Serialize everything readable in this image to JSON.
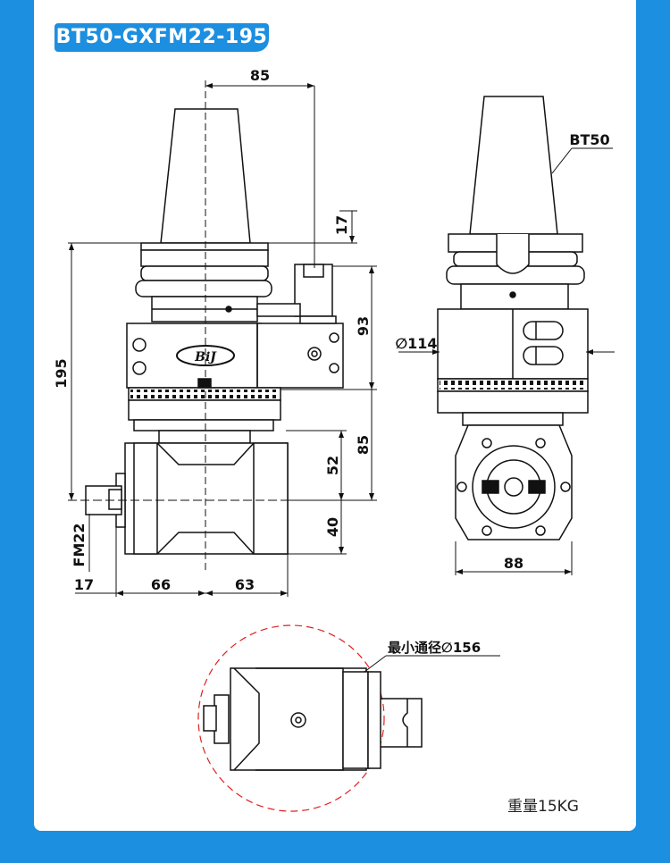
{
  "title": "BT50-GXFM22-195",
  "brand_logo": "BiJ",
  "dimensions": {
    "d85_top": "85",
    "d17_right": "17",
    "d93": "93",
    "d195": "195",
    "d85_lower": "85",
    "d52": "52",
    "d40": "40",
    "fm22": "FM22",
    "d17_left": "17",
    "d66": "66",
    "d63": "63",
    "bt50": "BT50",
    "dia114": "∅114",
    "d88": "88"
  },
  "clearance_label": "最小通径∅156",
  "weight": "重量15KG",
  "colors": {
    "accent": "#1d8fe0",
    "clearance_circle": "#e02020"
  }
}
